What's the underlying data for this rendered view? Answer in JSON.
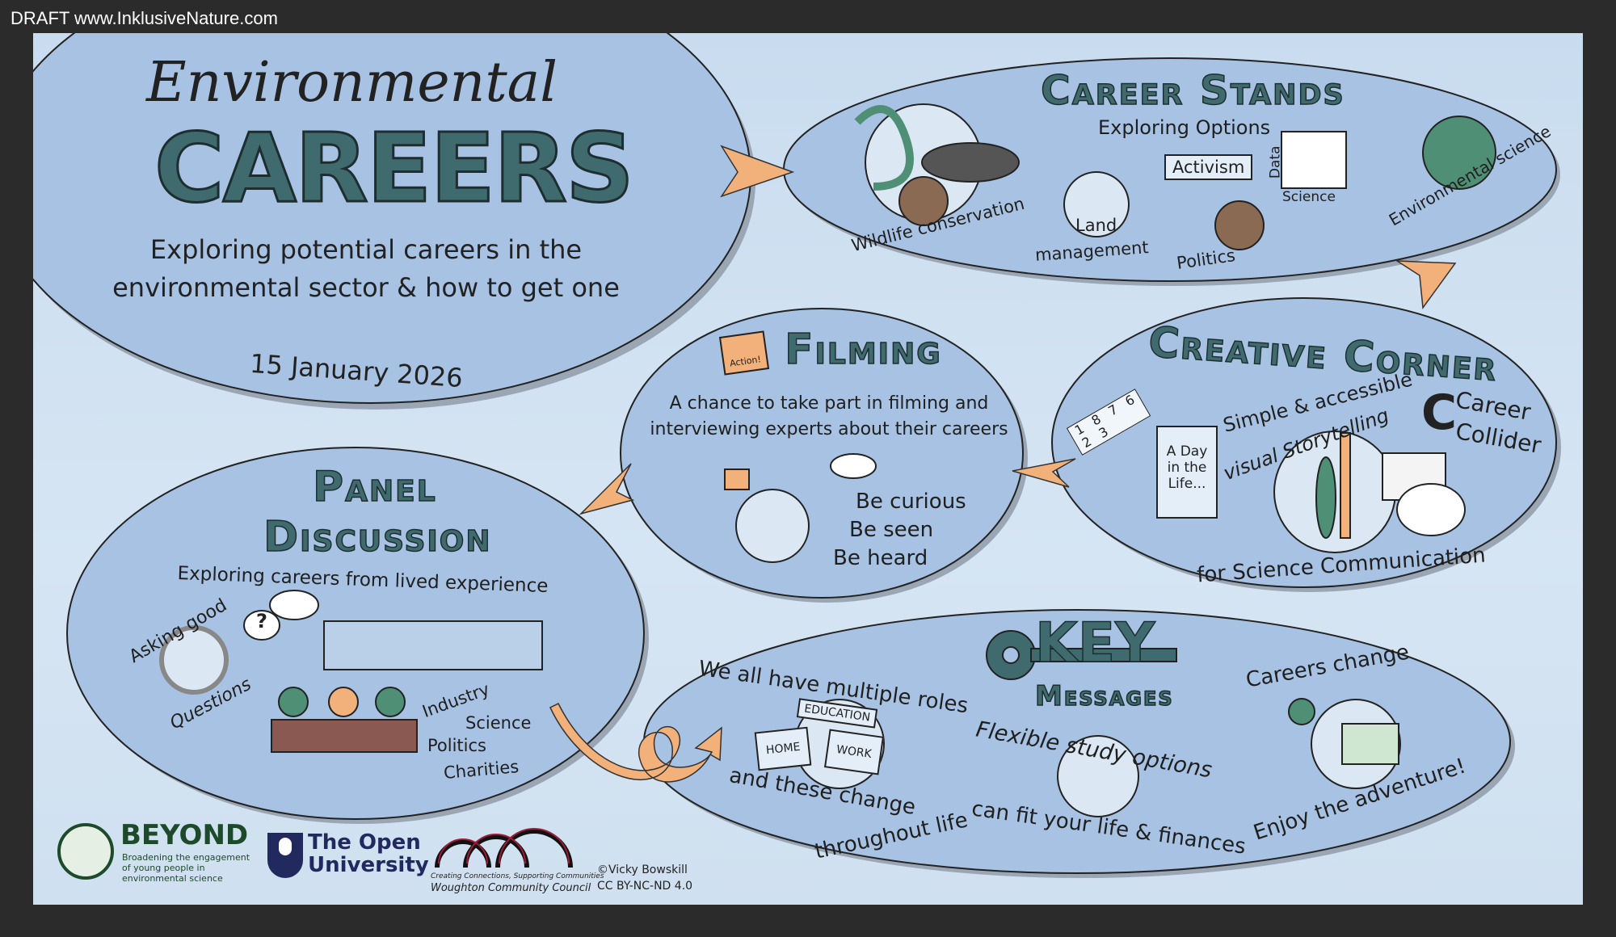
{
  "header": {
    "draft_label": "DRAFT www.InklusiveNature.com"
  },
  "title": {
    "line1": "Environmental",
    "line2": "CAREERS",
    "subtitle1": "Exploring potential careers in the",
    "subtitle2": "environmental sector & how to get one",
    "date": "15 January 2026"
  },
  "career_stands": {
    "title": "Career Stands",
    "subtitle": "Exploring Options",
    "wildlife": "Wildlife conservation",
    "land1": "Land",
    "land2": "management",
    "activism": "Activism",
    "politics": "Politics",
    "data": "Data",
    "science": "Science",
    "env_science": "Environmental science"
  },
  "filming": {
    "title": "Filming",
    "clapper": "Action!",
    "line1": "A chance to take part in filming and",
    "line2": "interviewing experts about their careers",
    "be1": "Be curious",
    "be2": "Be seen",
    "be3": "Be heard"
  },
  "creative": {
    "title": "Creative Corner",
    "line1": "Simple & accessible",
    "line2": "visual Storytelling",
    "line3": "for Science Communication",
    "collider1": "Career",
    "collider2": "Collider",
    "book1": "A Day",
    "book2": "in the",
    "book3": "Life...",
    "grid": [
      "1",
      "8",
      "7",
      "6",
      "2",
      "3"
    ]
  },
  "panel": {
    "title1": "Panel",
    "title2": "Discussion",
    "subtitle": "Exploring careers from lived experience",
    "asking": "Asking good",
    "questions": "Questions",
    "q": "?",
    "industry": "Industry",
    "science": "Science",
    "politics": "Politics",
    "charities": "Charities"
  },
  "key": {
    "title": "KEY",
    "subtitle": "Messages",
    "roles": "We all have multiple roles",
    "education": "EDUCATION",
    "home": "HOME",
    "work": "WORK",
    "change1": "and these change",
    "change2": "throughout life",
    "flexible": "Flexible study options",
    "fit": "can fit your life & finances",
    "careers_change": "Careers change",
    "enjoy": "Enjoy the adventure!"
  },
  "footer": {
    "beyond": "BEYOND",
    "beyond_sub1": "Broadening the engagement",
    "beyond_sub2": "of young people in",
    "beyond_sub3": "environmental science",
    "ou1": "The Open",
    "ou2": "University",
    "woughton_tag": "Creating Connections, Supporting Communities",
    "woughton": "Woughton Community Council",
    "copyright": "©Vicky Bowskill",
    "license": "CC BY-NC-ND 4.0"
  },
  "colors": {
    "frame": "#2b2b2b",
    "background": "#cfe0f0",
    "bubble": "#a7c2e2",
    "title_teal": "#3f6b6e",
    "arrow": "#f2b07a",
    "figure_green": "#4e8f76"
  }
}
